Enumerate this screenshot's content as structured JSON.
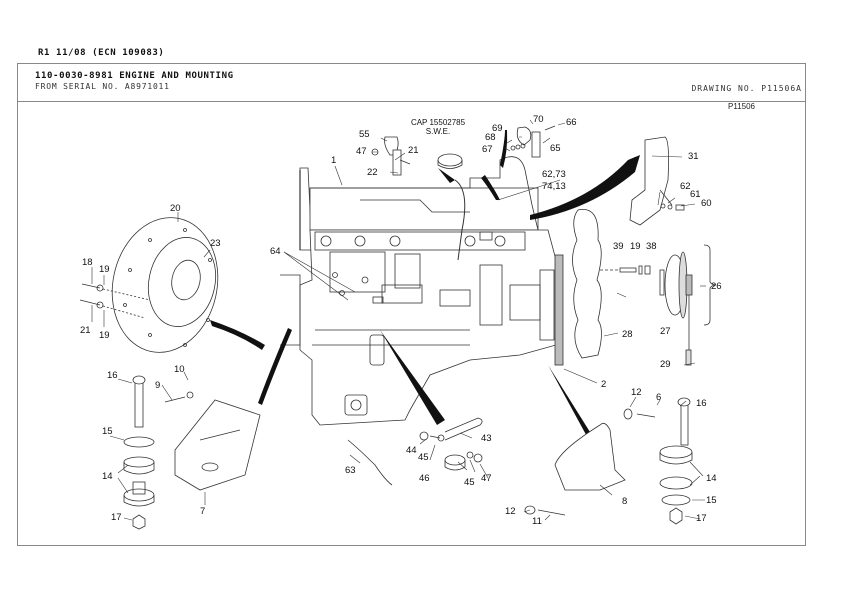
{
  "revision": "R1 11/08 (ECN 109083)",
  "header": {
    "title": "110-0030-8981 ENGINE AND MOUNTING",
    "serial": "FROM SERIAL NO. A8971011",
    "drawing_no": "DRAWING NO. P11506A"
  },
  "illustration_id": "P11506",
  "cap_note": {
    "line1": "CAP 15502785",
    "line2": "S.W.E."
  },
  "callouts": [
    {
      "id": "c1",
      "text": "1"
    },
    {
      "id": "c2",
      "text": "2"
    },
    {
      "id": "c6",
      "text": "6"
    },
    {
      "id": "c7",
      "text": "7"
    },
    {
      "id": "c8",
      "text": "8"
    },
    {
      "id": "c9",
      "text": "9"
    },
    {
      "id": "c10",
      "text": "10"
    },
    {
      "id": "c11",
      "text": "11"
    },
    {
      "id": "c12a",
      "text": "12"
    },
    {
      "id": "c12b",
      "text": "12"
    },
    {
      "id": "c14a",
      "text": "14"
    },
    {
      "id": "c14b",
      "text": "14"
    },
    {
      "id": "c15a",
      "text": "15"
    },
    {
      "id": "c15b",
      "text": "15"
    },
    {
      "id": "c16a",
      "text": "16"
    },
    {
      "id": "c16b",
      "text": "16"
    },
    {
      "id": "c17a",
      "text": "17"
    },
    {
      "id": "c17b",
      "text": "17"
    },
    {
      "id": "c18",
      "text": "18"
    },
    {
      "id": "c19a",
      "text": "19"
    },
    {
      "id": "c19b",
      "text": "19"
    },
    {
      "id": "c19c",
      "text": "19"
    },
    {
      "id": "c20",
      "text": "20"
    },
    {
      "id": "c21a",
      "text": "21"
    },
    {
      "id": "c21b",
      "text": "21"
    },
    {
      "id": "c22",
      "text": "22"
    },
    {
      "id": "c23",
      "text": "23"
    },
    {
      "id": "c26",
      "text": "26"
    },
    {
      "id": "c27",
      "text": "27"
    },
    {
      "id": "c28",
      "text": "28"
    },
    {
      "id": "c29",
      "text": "29"
    },
    {
      "id": "c31",
      "text": "31"
    },
    {
      "id": "c38",
      "text": "38"
    },
    {
      "id": "c39",
      "text": "39"
    },
    {
      "id": "c43",
      "text": "43"
    },
    {
      "id": "c44",
      "text": "44"
    },
    {
      "id": "c45a",
      "text": "45"
    },
    {
      "id": "c45b",
      "text": "45"
    },
    {
      "id": "c46",
      "text": "46"
    },
    {
      "id": "c47a",
      "text": "47"
    },
    {
      "id": "c47b",
      "text": "47"
    },
    {
      "id": "c55",
      "text": "55"
    },
    {
      "id": "c60",
      "text": "60"
    },
    {
      "id": "c61",
      "text": "61"
    },
    {
      "id": "c62a",
      "text": "62"
    },
    {
      "id": "c62b",
      "text": "62,73"
    },
    {
      "id": "c74",
      "text": "74,13"
    },
    {
      "id": "c63",
      "text": "63"
    },
    {
      "id": "c64",
      "text": "64"
    },
    {
      "id": "c65",
      "text": "65"
    },
    {
      "id": "c66",
      "text": "66"
    },
    {
      "id": "c67",
      "text": "67"
    },
    {
      "id": "c68",
      "text": "68"
    },
    {
      "id": "c69",
      "text": "69"
    },
    {
      "id": "c70",
      "text": "70"
    }
  ]
}
